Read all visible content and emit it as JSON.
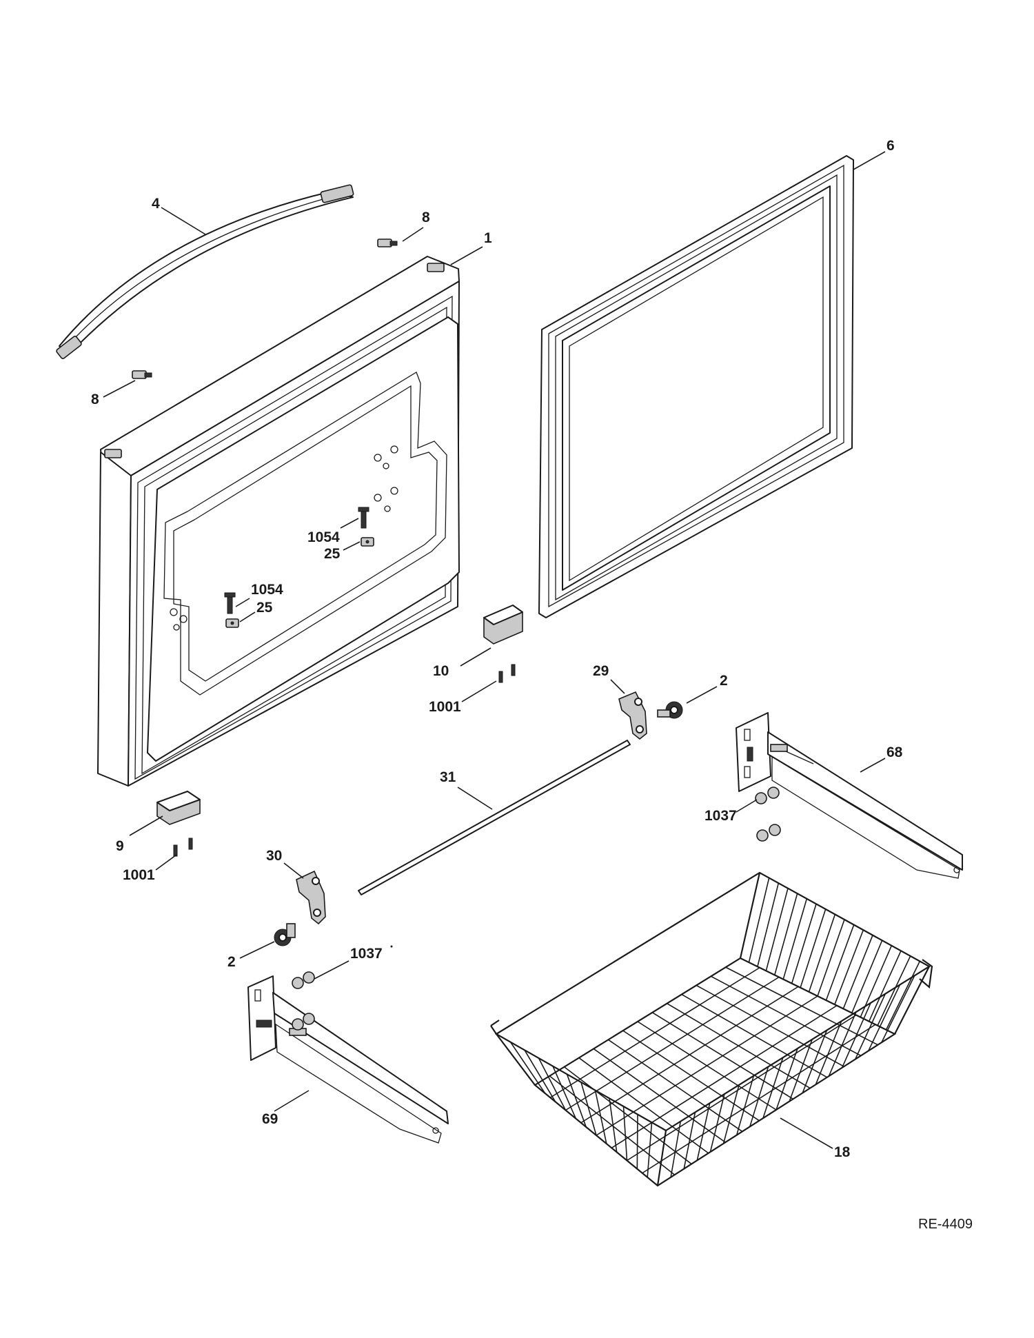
{
  "diagram_id": "RE-4409",
  "callouts": {
    "door_assembly": "1",
    "gasket": "6",
    "handle": "4",
    "handle_screw_top": "8",
    "handle_screw_bottom": "8",
    "screw_upper": "1054",
    "nut_upper": "25",
    "screw_lower": "1054",
    "nut_lower": "25",
    "bracket_right": "10",
    "bracket_right_screws": "1001",
    "bracket_left": "9",
    "bracket_left_screws": "1001",
    "link_right": "29",
    "gear_right": "2",
    "link_left": "30",
    "gear_left": "2",
    "shaft": "31",
    "rail_right": "68",
    "rail_right_screws": "1037",
    "rail_left": "69",
    "rail_left_screws": "1037",
    "basket": "18"
  }
}
